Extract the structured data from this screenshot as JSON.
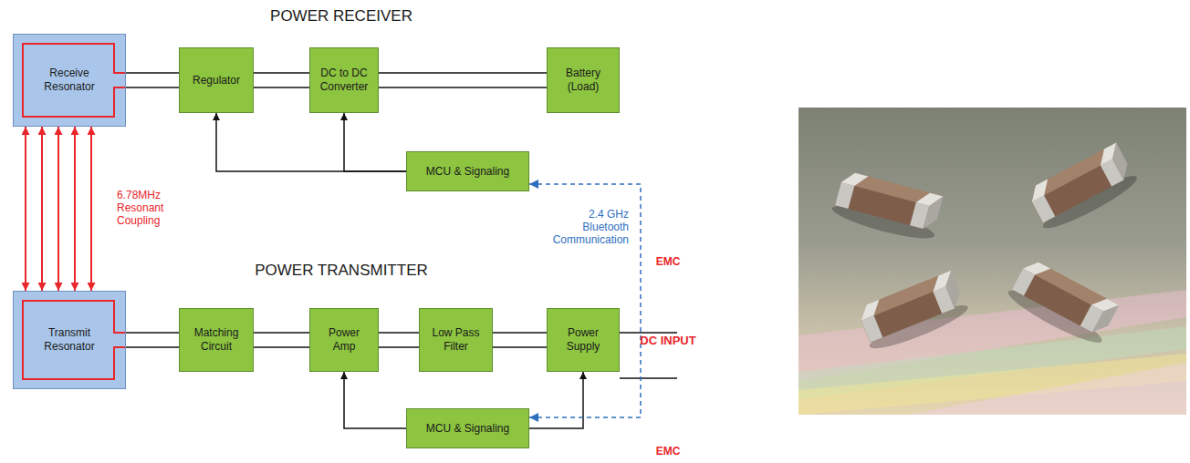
{
  "diagram": {
    "nodes": [
      {
        "text": [
          "POWER RECEIVER"
        ]
      },
      {
        "text": [
          "Receive Resonator"
        ],
        "in": 0
      },
      {
        "text": [
          "Regulator"
        ],
        "in": 0
      },
      {
        "text": [
          "DC to DC Converter"
        ],
        "in": 0
      },
      {
        "text": [
          "Battery (Load)"
        ],
        "in": 0
      },
      {
        "text": [
          "MCU & Signaling"
        ],
        "in": 0
      },
      {
        "text": [
          "POWER TRANSMITTER"
        ]
      },
      {
        "text": [
          "Transmit Resonator"
        ],
        "in": 6
      },
      {
        "text": [
          "Matching Circuit"
        ],
        "in": 6
      },
      {
        "text": [
          "Power Amp"
        ],
        "in": 6
      },
      {
        "text": [
          "Low Pass Filter"
        ],
        "in": 6
      },
      {
        "text": [
          "Power Supply"
        ],
        "in": 6
      },
      {
        "text": [
          "MCU & Signaling"
        ],
        "in": 6
      },
      {
        "text": [
          "EMC",
          "DC INPUT",
          "EMC"
        ]
      }
    ],
    "edges": [
      {
        "from": 1,
        "to": 2,
        "arrow": "none"
      },
      {
        "from": 2,
        "to": 3,
        "arrow": "none"
      },
      {
        "from": 3,
        "to": 4,
        "arrow": "none"
      },
      {
        "from": 5,
        "to": 2,
        "arrow": "to"
      },
      {
        "from": 5,
        "to": 3,
        "arrow": "to"
      },
      {
        "from": 1,
        "to": 7,
        "label": "6.78MHz Resonant Coupling",
        "arrow": "both"
      },
      {
        "from": 7,
        "to": 8,
        "arrow": "none"
      },
      {
        "from": 8,
        "to": 9,
        "arrow": "none"
      },
      {
        "from": 9,
        "to": 10,
        "arrow": "none"
      },
      {
        "from": 10,
        "to": 11,
        "arrow": "none"
      },
      {
        "from": 11,
        "to": 13,
        "arrow": "none"
      },
      {
        "from": 12,
        "to": 9,
        "arrow": "to"
      },
      {
        "from": 12,
        "to": 11,
        "arrow": "to"
      },
      {
        "from": 12,
        "to": 5,
        "label": "2.4 GHz Bluetooth Communication",
        "arrow": "both"
      }
    ]
  }
}
